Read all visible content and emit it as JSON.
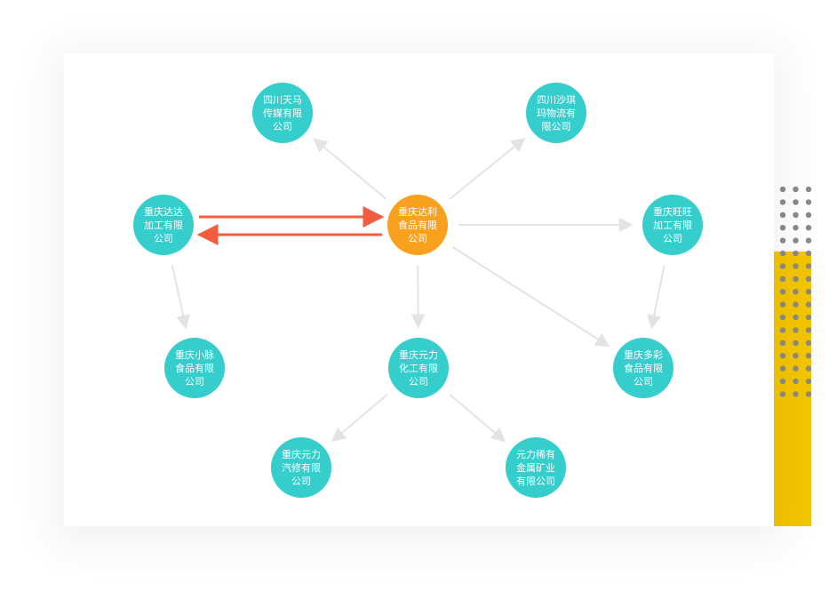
{
  "colors": {
    "node": "#36cecc",
    "center": "#f9a11f",
    "edge": "#e3e3e3",
    "highlight": "#f25c3f",
    "accent_bar": "#f4c500",
    "dots": "#8a8a8a"
  },
  "nodes": [
    {
      "id": "center",
      "label": "重庆达利食品有限公司",
      "role": "center"
    },
    {
      "id": "tianma",
      "label": "四川天马传媒有限公司",
      "role": "normal"
    },
    {
      "id": "shaqi",
      "label": "四川沙琪玛物流有限公司",
      "role": "normal"
    },
    {
      "id": "dada",
      "label": "重庆达达加工有限公司",
      "role": "normal"
    },
    {
      "id": "wangwang",
      "label": "重庆旺旺加工有限公司",
      "role": "normal"
    },
    {
      "id": "xiaomai",
      "label": "重庆小脉食品有限公司",
      "role": "normal"
    },
    {
      "id": "yuanlihua",
      "label": "重庆元力化工有限公司",
      "role": "normal"
    },
    {
      "id": "duocai",
      "label": "重庆多彩食品有限公司",
      "role": "normal"
    },
    {
      "id": "yuanliqi",
      "label": "重庆元力汽修有限公司",
      "role": "normal"
    },
    {
      "id": "xiyou",
      "label": "元力稀有金属矿业有限公司",
      "role": "normal"
    }
  ],
  "edges": [
    {
      "from": "center",
      "to": "tianma",
      "style": "normal"
    },
    {
      "from": "center",
      "to": "shaqi",
      "style": "normal"
    },
    {
      "from": "center",
      "to": "wangwang",
      "style": "normal"
    },
    {
      "from": "center",
      "to": "yuanlihua",
      "style": "normal"
    },
    {
      "from": "center",
      "to": "duocai",
      "style": "normal"
    },
    {
      "from": "dada",
      "to": "xiaomai",
      "style": "normal"
    },
    {
      "from": "wangwang",
      "to": "duocai",
      "style": "normal"
    },
    {
      "from": "yuanlihua",
      "to": "yuanliqi",
      "style": "normal"
    },
    {
      "from": "yuanlihua",
      "to": "xiyou",
      "style": "normal"
    },
    {
      "from": "dada",
      "to": "center",
      "style": "highlight"
    },
    {
      "from": "center",
      "to": "dada",
      "style": "highlight"
    }
  ]
}
